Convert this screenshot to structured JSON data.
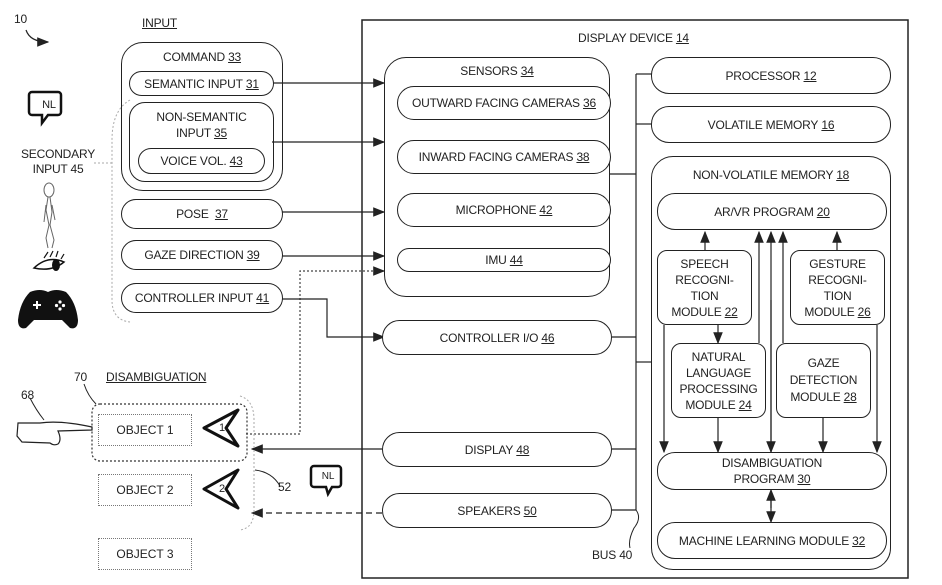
{
  "figure": {
    "ref_number": "10",
    "input_title": "INPUT",
    "disambiguation_title": "DISAMBIGUATION",
    "ref_70": "70",
    "ref_68": "68",
    "ref_52": "52",
    "secondary_input": "SECONDARY INPUT 45",
    "nl_badge": "NL"
  },
  "input": {
    "command": {
      "label": "COMMAND",
      "num": "33"
    },
    "semantic": {
      "label": "SEMANTIC INPUT",
      "num": "31"
    },
    "non_semantic": {
      "label": "NON-SEMANTIC INPUT",
      "num": "35"
    },
    "voice_vol": {
      "label": "VOICE VOL.",
      "num": "43"
    },
    "pose": {
      "label": "POSE",
      "num": "37"
    },
    "gaze": {
      "label": "GAZE DIRECTION",
      "num": "39"
    },
    "controller": {
      "label": "CONTROLLER INPUT",
      "num": "41"
    }
  },
  "device": {
    "title": {
      "label": "DISPLAY DEVICE",
      "num": "14"
    },
    "sensors": {
      "label": "SENSORS",
      "num": "34"
    },
    "outward": {
      "label": "OUTWARD FACING CAMERAS",
      "num": "36"
    },
    "inward": {
      "label": "INWARD FACING CAMERAS",
      "num": "38"
    },
    "microphone": {
      "label": "MICROPHONE",
      "num": "42"
    },
    "imu": {
      "label": "IMU",
      "num": "44"
    },
    "controller_io": {
      "label": "CONTROLLER I/O",
      "num": "46"
    },
    "display": {
      "label": "DISPLAY",
      "num": "48"
    },
    "speakers": {
      "label": "SPEAKERS",
      "num": "50"
    },
    "bus": "BUS 40",
    "processor": {
      "label": "PROCESSOR",
      "num": "12"
    },
    "volatile": {
      "label": "VOLATILE MEMORY",
      "num": "16"
    },
    "nonvolatile": {
      "label": "NON-VOLATILE MEMORY",
      "num": "18"
    },
    "arvr": {
      "label": "AR/VR PROGRAM",
      "num": "20"
    },
    "speech": {
      "label": "SPEECH RECOGNI- TION MODULE",
      "num": "22"
    },
    "gesture": {
      "label": "GESTURE RECOGNI- TION MODULE",
      "num": "26"
    },
    "nlp": {
      "label": "NATURAL LANGUAGE PROCESSING MODULE",
      "num": "24"
    },
    "gaze_det": {
      "label": "GAZE DETECTION MODULE",
      "num": "28"
    },
    "disamb": {
      "label": "DISAMBIGUATION PROGRAM",
      "num": "30"
    },
    "ml": {
      "label": "MACHINE LEARNING MODULE",
      "num": "32"
    }
  },
  "objects": [
    {
      "label": "OBJECT 1",
      "marker": "1"
    },
    {
      "label": "OBJECT 2",
      "marker": "2"
    },
    {
      "label": "OBJECT 3",
      "marker": ""
    }
  ]
}
